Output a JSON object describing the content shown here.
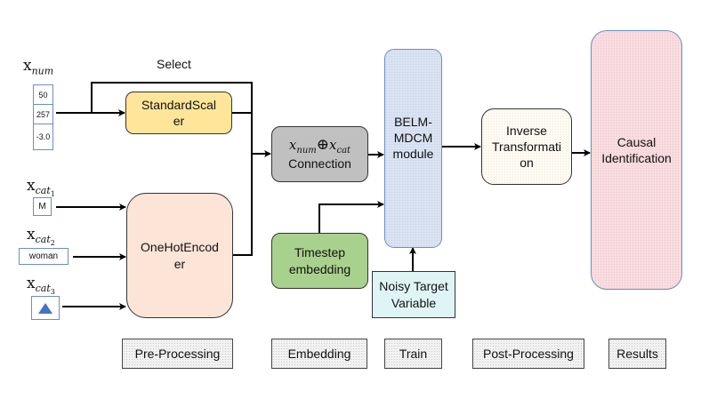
{
  "inputs": {
    "numeric": {
      "label_base": "x",
      "label_sub": "num",
      "values": [
        "50",
        "257",
        "-3.0"
      ]
    },
    "categorical": [
      {
        "label_base": "x",
        "label_sub": "cat",
        "label_index": "1",
        "value": "M"
      },
      {
        "label_base": "x",
        "label_sub": "cat",
        "label_index": "2",
        "value": "woman"
      },
      {
        "label_base": "x",
        "label_sub": "cat",
        "label_index": "3",
        "value": "triangle-shape"
      }
    ]
  },
  "select_label": "Select",
  "nodes": {
    "standard_scaler": {
      "label": "StandardScal\ner",
      "color": "#ffe599"
    },
    "one_hot_encoder": {
      "label": "OneHotEncod\ner",
      "color": "#fce5d6"
    },
    "connection": {
      "formula_left": "x",
      "formula_left_sub": "num",
      "operator": "⊕",
      "formula_right": "x",
      "formula_right_sub": "cat",
      "label": "Connection",
      "color": "#c0c0c0"
    },
    "timestep": {
      "label": "Timestep\nembedding",
      "color": "#a9d18e"
    },
    "belm": {
      "label": "BELM-\nMDCM\nmodule",
      "color": "#dae3f3"
    },
    "noisy_target": {
      "label": "Noisy Target\nVariable",
      "color": "#dff5f5"
    },
    "inverse": {
      "label": "Inverse\nTransformati\non",
      "color": "#fdfbf3"
    },
    "causal": {
      "label": "Causal\nIdentification",
      "color": "#f8dce0"
    }
  },
  "stages": [
    "Pre-Processing",
    "Embedding",
    "Train",
    "Post-Processing",
    "Results"
  ],
  "colors": {
    "accent_border": "#6c8ebf",
    "triangle": "#4472c4"
  }
}
